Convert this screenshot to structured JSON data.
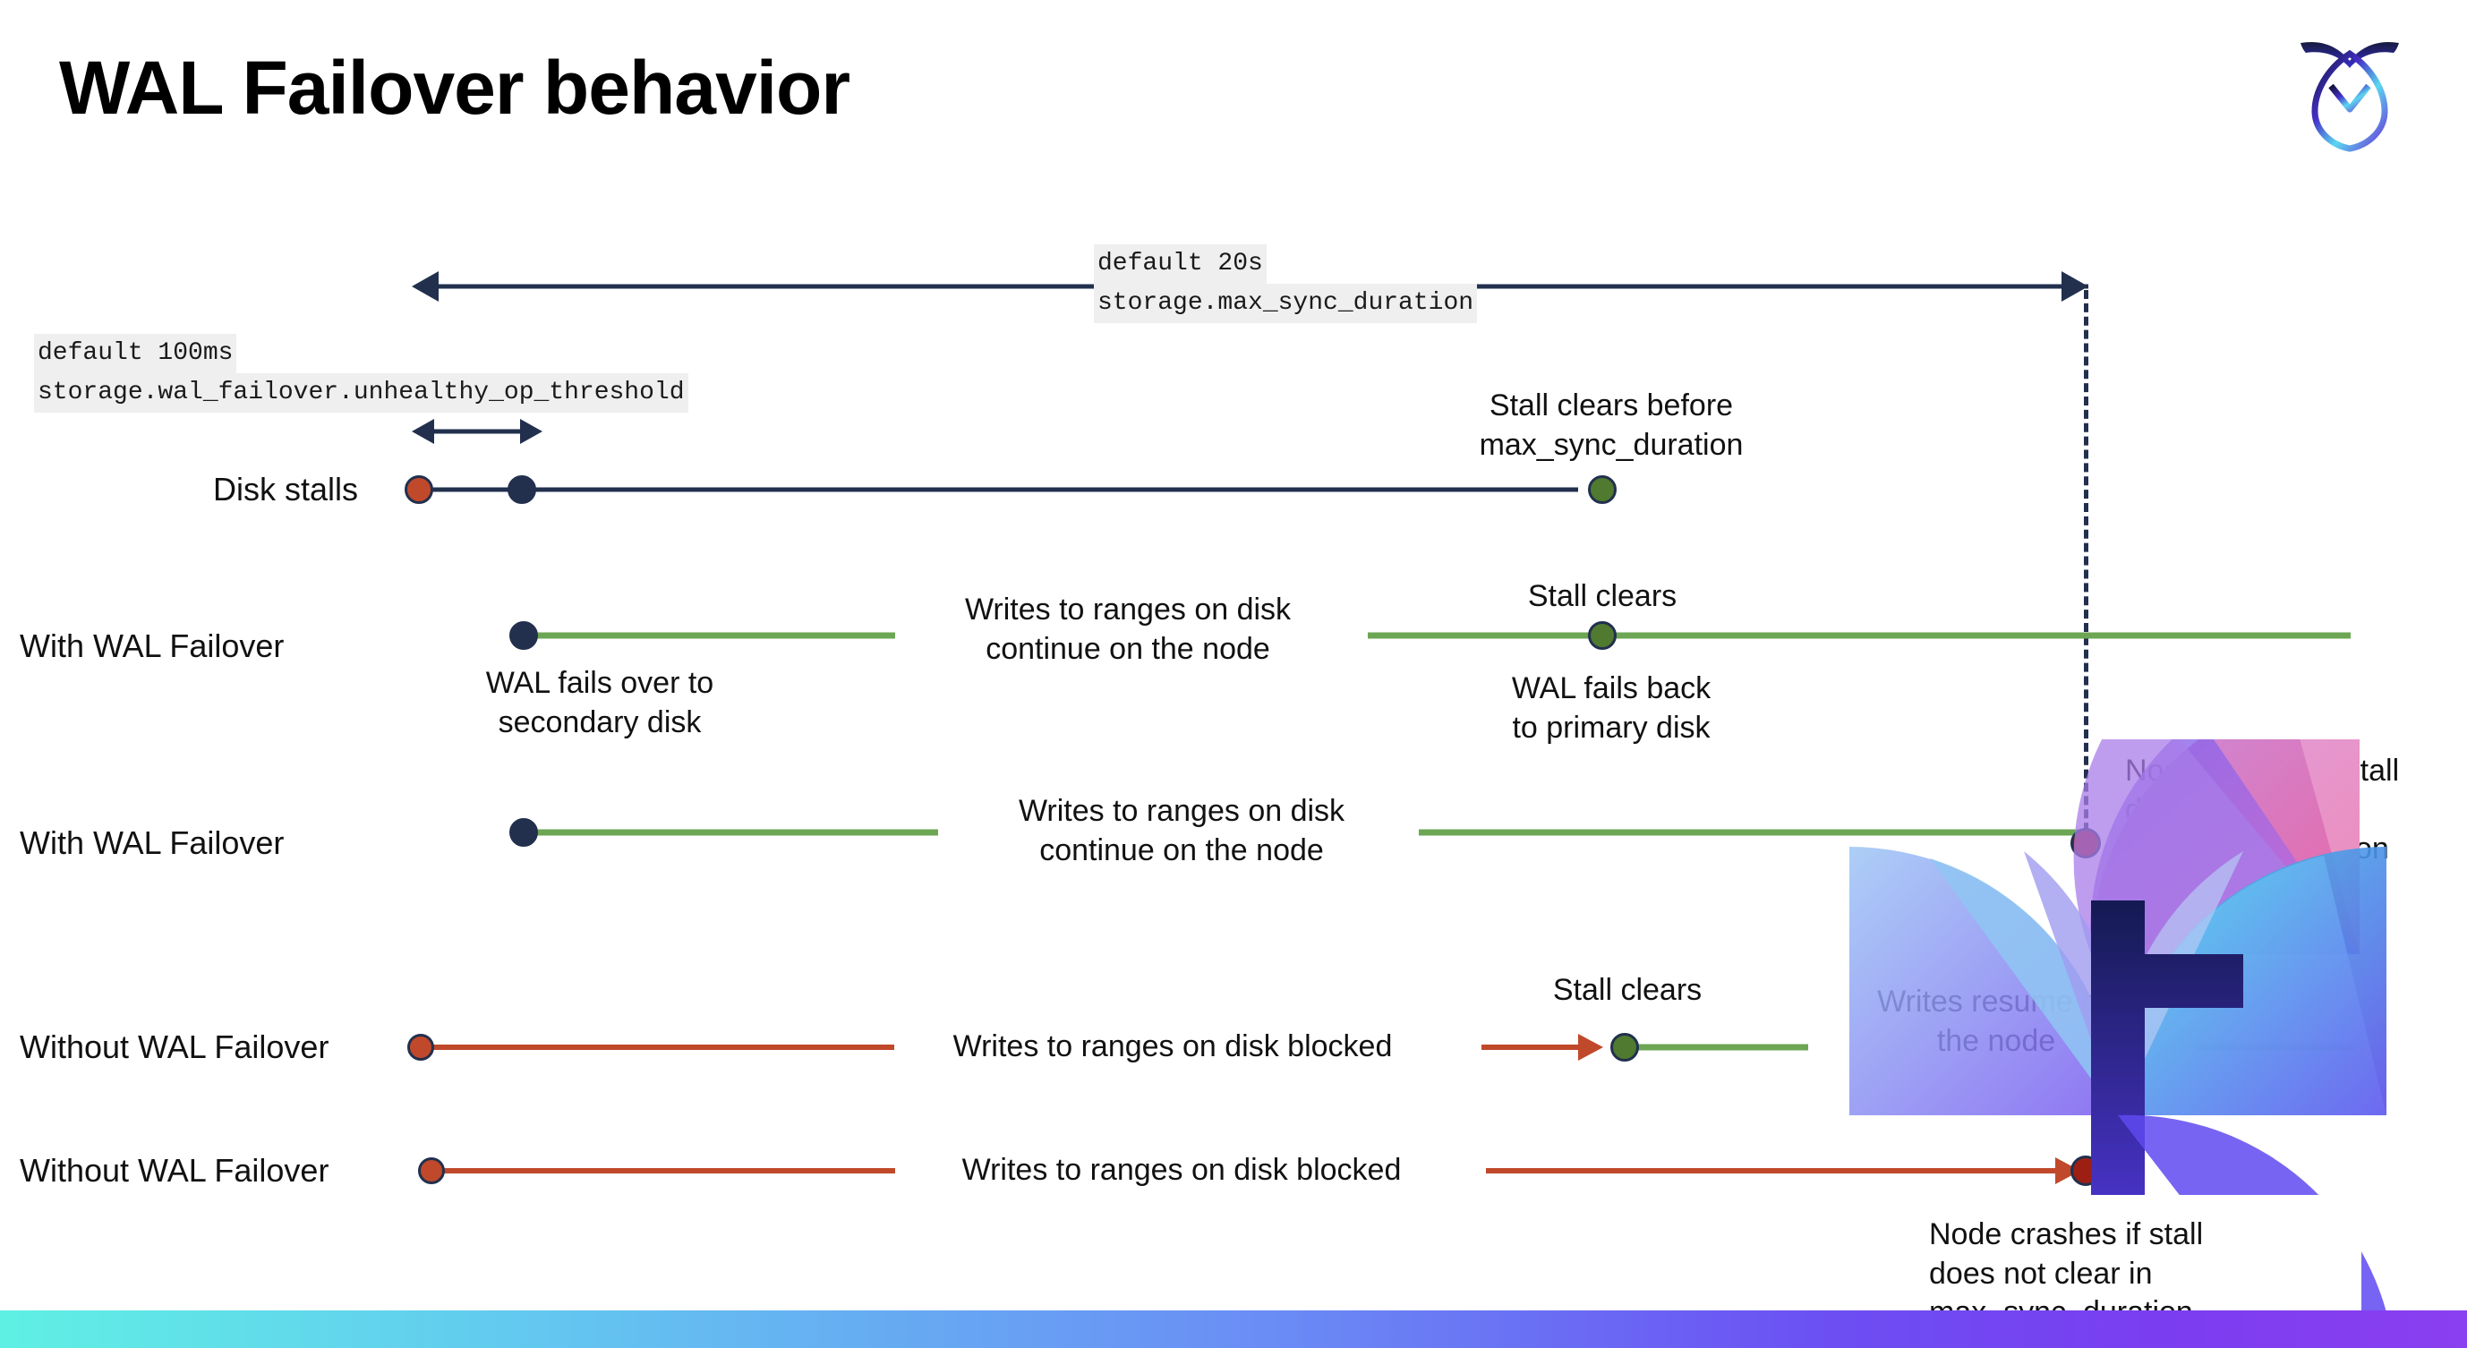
{
  "slide": {
    "title": "WAL Failover behavior",
    "logo_name": "cockroachdb-logo"
  },
  "settings": {
    "max_sync": {
      "default_line": "default 20s",
      "name_line": "storage.max_sync_duration"
    },
    "unhealthy": {
      "default_line": "default 100ms",
      "name_line": "storage.wal_failover.unhealthy_op_threshold"
    }
  },
  "rows": [
    {
      "label": "Disk stalls"
    },
    {
      "label": "With WAL Failover"
    },
    {
      "label": "With WAL Failover"
    },
    {
      "label": "Without WAL Failover"
    },
    {
      "label": "Without WAL Failover"
    }
  ],
  "annotations": {
    "stall_clears_before": "Stall clears before\nmax_sync_duration",
    "writes_continue_r2": "Writes to ranges on disk\ncontinue on the node",
    "stall_clears_r2": "Stall clears",
    "wal_fails_back": "WAL fails  back\nto primary disk",
    "wal_fails_over": "WAL fails over to\nsecondary disk",
    "writes_continue_r3": "Writes to ranges on disk\ncontinue on the node",
    "node_crashes_r3": "Node crashes if stall\ndoes not clear in\nmax_sync_duration",
    "writes_blocked_r4": "Writes to ranges on disk  blocked",
    "stall_clears_r4": "Stall clears",
    "writes_resume": "Writes resume on\nthe node",
    "writes_blocked_r5": "Writes to ranges on disk  blocked",
    "node_crashes_r5": "Node crashes if stall\ndoes not clear in\nmax_sync_duration"
  },
  "colors": {
    "navy": "#22304e",
    "green_line": "#6ca654",
    "green_dot": "#4f7a2f",
    "orange": "#c0492b",
    "dark_red": "#9d1f14",
    "chip_bg": "#efefef"
  }
}
